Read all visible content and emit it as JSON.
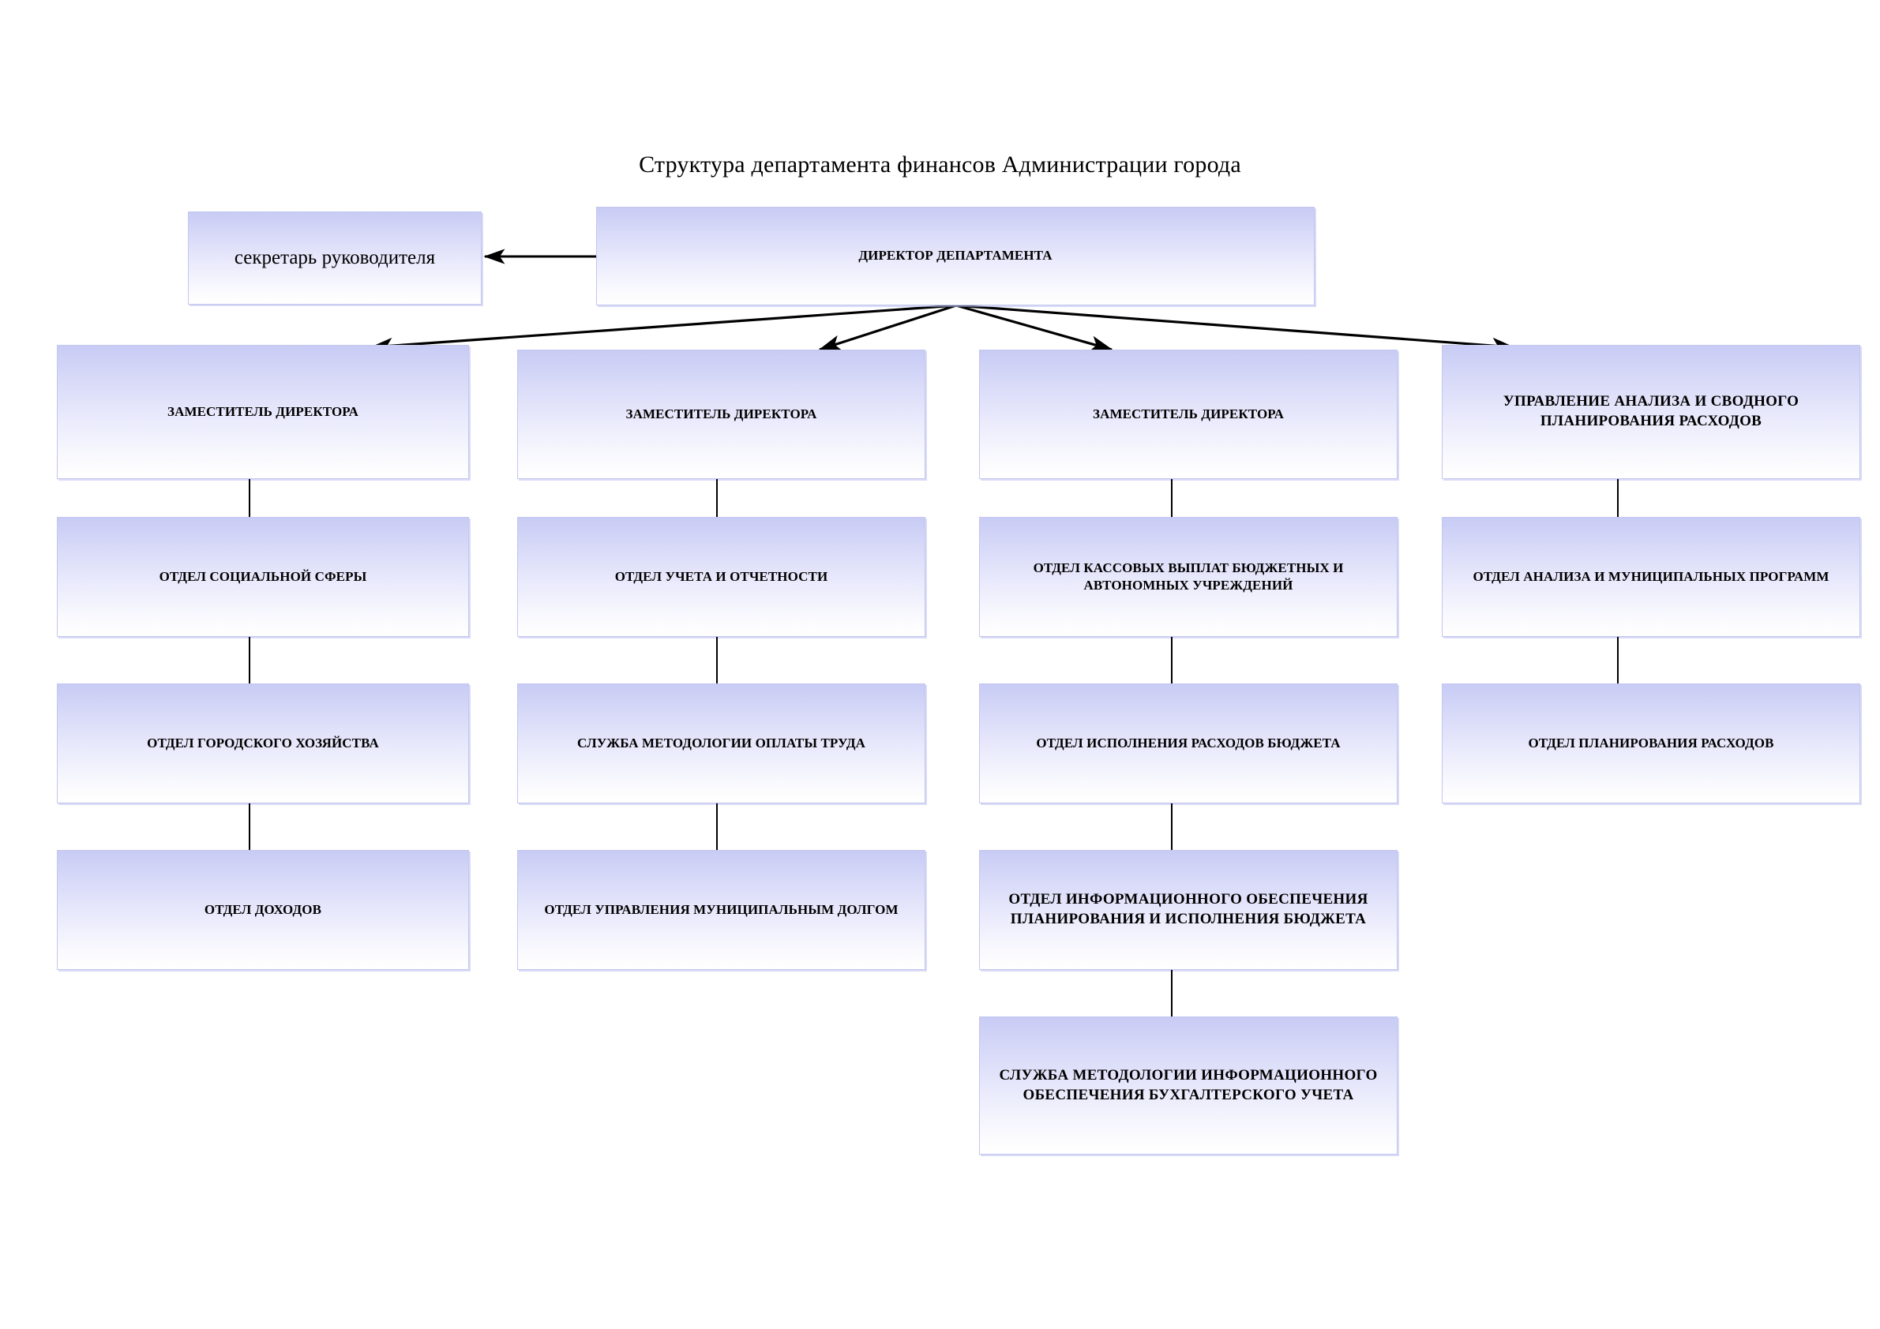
{
  "title": "Структура департамента финансов Администрации города",
  "colors": {
    "box_top": "#c8cbf4",
    "box_bottom": "#ffffff",
    "box_border": "#c3c6ef",
    "connector": "#000000",
    "text": "#000000",
    "page_background": "#ffffff"
  },
  "nodes": {
    "secretary": "секретарь руководителя",
    "director": "ДИРЕКТОР ДЕПАРТАМЕНТА",
    "deputy_1": "ЗАМЕСТИТЕЛЬ ДИРЕКТОРА",
    "deputy_2": "ЗАМЕСТИТЕЛЬ ДИРЕКТОРА",
    "deputy_3": "ЗАМЕСТИТЕЛЬ ДИРЕКТОРА",
    "analysis_dept": "УПРАВЛЕНИЕ АНАЛИЗА И СВОДНОГО ПЛАНИРОВАНИЯ РАСХОДОВ",
    "col1_r1": "ОТДЕЛ СОЦИАЛЬНОЙ СФЕРЫ",
    "col1_r2": "ОТДЕЛ ГОРОДСКОГО ХОЗЯЙСТВА",
    "col1_r3": "ОТДЕЛ ДОХОДОВ",
    "col2_r1": "ОТДЕЛ УЧЕТА И ОТЧЕТНОСТИ",
    "col2_r2": "СЛУЖБА МЕТОДОЛОГИИ ОПЛАТЫ ТРУДА",
    "col2_r3": "ОТДЕЛ УПРАВЛЕНИЯ МУНИЦИПАЛЬНЫМ ДОЛГОМ",
    "col3_r1": "ОТДЕЛ КАССОВЫХ ВЫПЛАТ БЮДЖЕТНЫХ И АВТОНОМНЫХ УЧРЕЖДЕНИЙ",
    "col3_r2": "ОТДЕЛ ИСПОЛНЕНИЯ РАСХОДОВ БЮДЖЕТА",
    "col3_r3": "ОТДЕЛ ИНФОРМАЦИОННОГО ОБЕСПЕЧЕНИЯ ПЛАНИРОВАНИЯ И ИСПОЛНЕНИЯ БЮДЖЕТА",
    "col3_r4": "СЛУЖБА МЕТОДОЛОГИИ ИНФОРМАЦИОННОГО ОБЕСПЕЧЕНИЯ БУХГАЛТЕРСКОГО УЧЕТА",
    "col4_r1": "ОТДЕЛ АНАЛИЗА И МУНИЦИПАЛЬНЫХ ПРОГРАММ",
    "col4_r2": "ОТДЕЛ ПЛАНИРОВАНИЯ РАСХОДОВ"
  }
}
